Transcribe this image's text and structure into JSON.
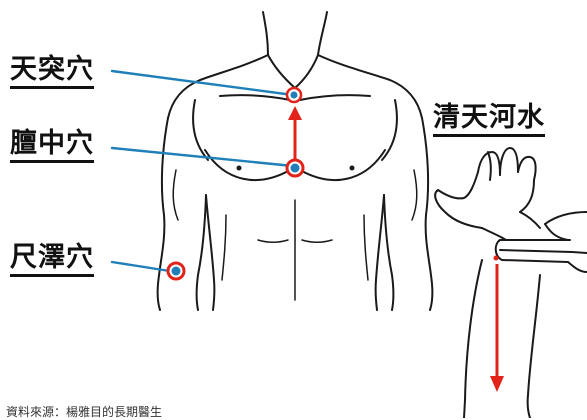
{
  "labels": {
    "tiantu": "天突穴",
    "danzhong": "膻中穴",
    "chize": "尺澤穴",
    "qingtianheshui": "清天河水"
  },
  "source": "資料來源：楊雅目的長期醫生",
  "colors": {
    "pointer_line": "#1f7fb8",
    "acupoint": "#e2231a",
    "outline": "#1a1a1a"
  }
}
